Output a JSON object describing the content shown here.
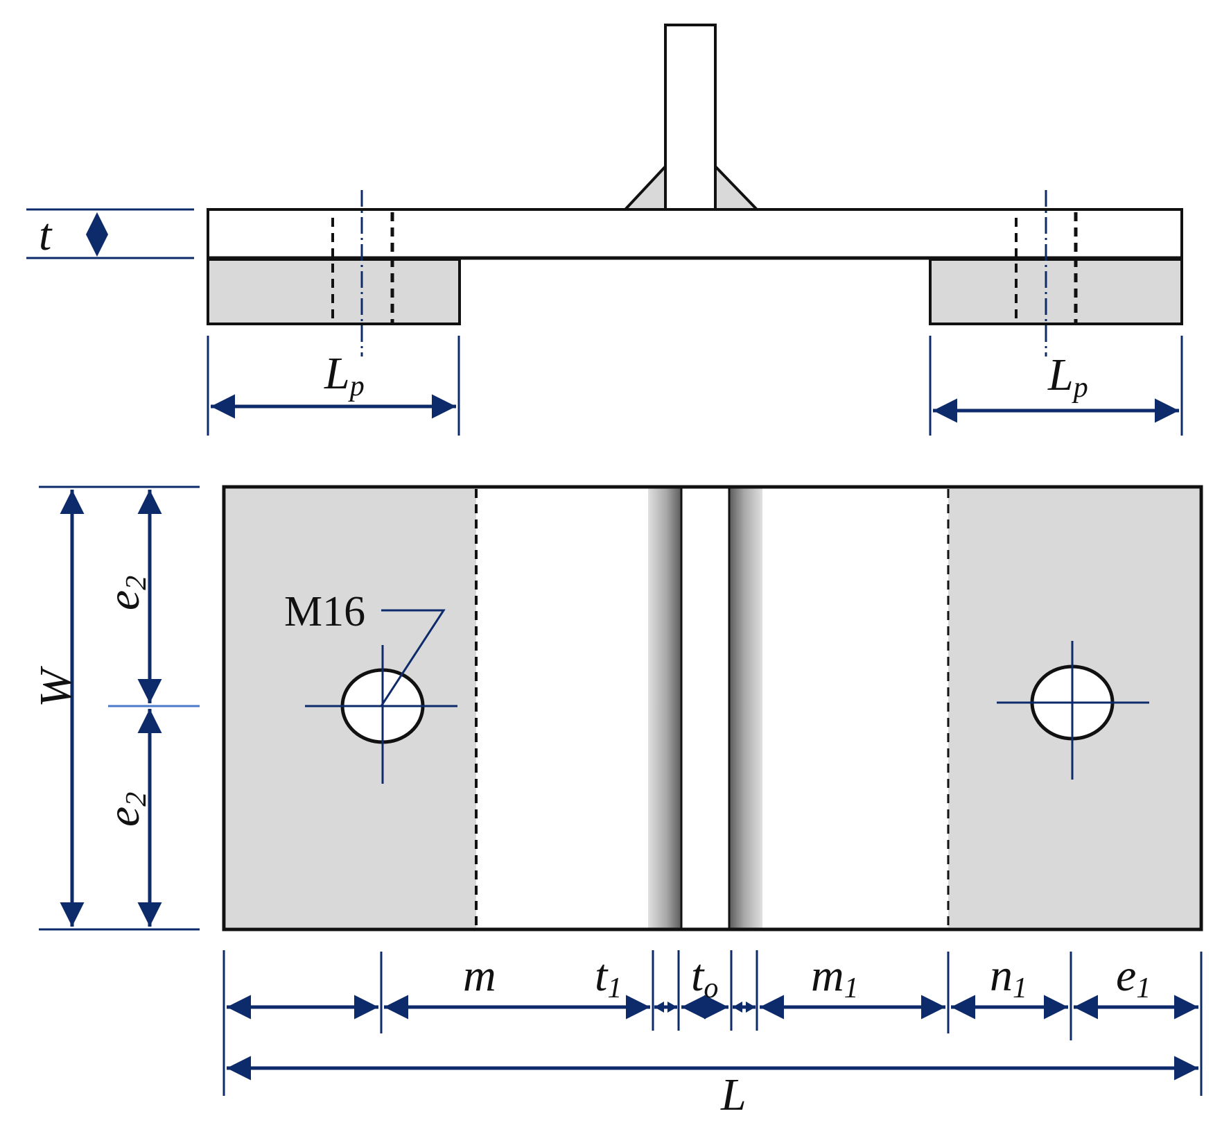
{
  "labels": {
    "t": "t",
    "lp_left_main": "L",
    "lp_left_sub": "p",
    "lp_right_main": "L",
    "lp_right_sub": "p",
    "bolt": "M16",
    "w": "W",
    "e2_top_main": "e",
    "e2_top_sub": "2",
    "e2_bottom_main": "e",
    "e2_bottom_sub": "2",
    "m": "m",
    "t1_main": "t",
    "t1_sub": "1",
    "t0_main": "t",
    "t0_sub": "o",
    "m1_main": "m",
    "m1_sub": "1",
    "n1_main": "n",
    "n1_sub": "1",
    "e1_main": "e",
    "e1_sub": "1",
    "l": "L"
  },
  "colors": {
    "dimension": "#0d2b6b",
    "outline": "#111111",
    "shade": "#d9d9d9"
  }
}
